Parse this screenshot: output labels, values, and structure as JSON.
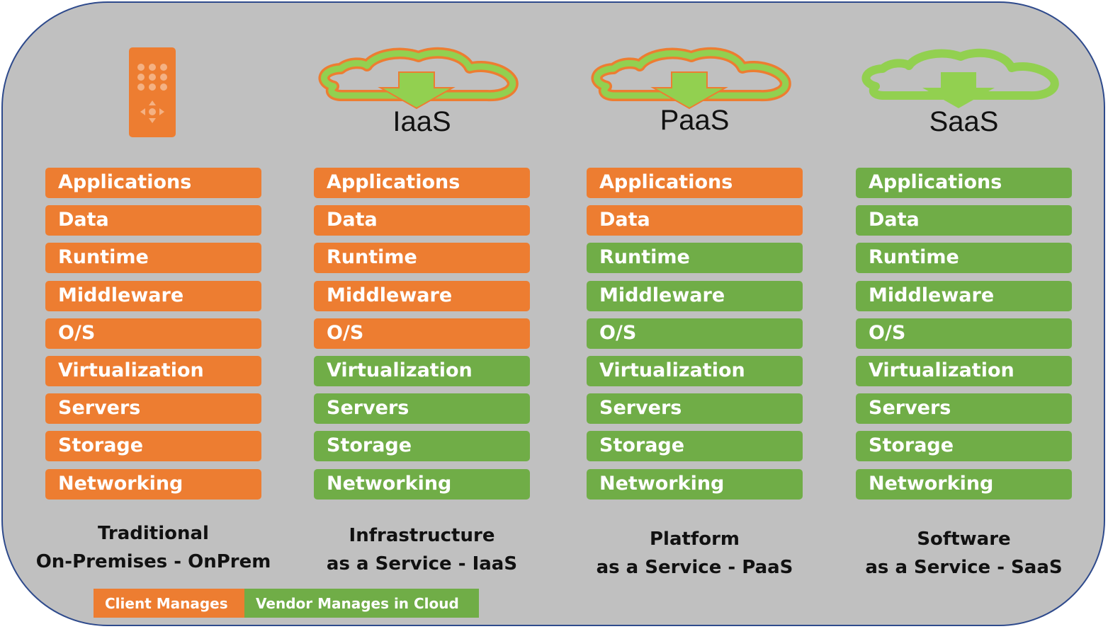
{
  "colors": {
    "client": "#ed7d31",
    "vendor": "#70ad47",
    "panel": "#c0c0c0",
    "border": "#2e4a8c"
  },
  "columns": [
    {
      "id": "onprem",
      "icon": "remote-control-icon",
      "heading": "",
      "caption": [
        "Traditional",
        "On-Premises - OnPrem"
      ],
      "layers": [
        {
          "label": "Applications",
          "managed_by": "client"
        },
        {
          "label": "Data",
          "managed_by": "client"
        },
        {
          "label": "Runtime",
          "managed_by": "client"
        },
        {
          "label": "Middleware",
          "managed_by": "client"
        },
        {
          "label": "O/S",
          "managed_by": "client"
        },
        {
          "label": "Virtualization",
          "managed_by": "client"
        },
        {
          "label": "Servers",
          "managed_by": "client"
        },
        {
          "label": "Storage",
          "managed_by": "client"
        },
        {
          "label": "Networking",
          "managed_by": "client"
        }
      ]
    },
    {
      "id": "iaas",
      "icon": "cloud-download-icon",
      "heading": "IaaS",
      "caption": [
        "Infrastructure",
        "as a Service - IaaS"
      ],
      "layers": [
        {
          "label": "Applications",
          "managed_by": "client"
        },
        {
          "label": "Data",
          "managed_by": "client"
        },
        {
          "label": "Runtime",
          "managed_by": "client"
        },
        {
          "label": "Middleware",
          "managed_by": "client"
        },
        {
          "label": "O/S",
          "managed_by": "client"
        },
        {
          "label": "Virtualization",
          "managed_by": "vendor"
        },
        {
          "label": "Servers",
          "managed_by": "vendor"
        },
        {
          "label": "Storage",
          "managed_by": "vendor"
        },
        {
          "label": "Networking",
          "managed_by": "vendor"
        }
      ]
    },
    {
      "id": "paas",
      "icon": "cloud-download-icon",
      "heading": "PaaS",
      "caption": [
        "Platform",
        "as a Service - PaaS"
      ],
      "layers": [
        {
          "label": "Applications",
          "managed_by": "client"
        },
        {
          "label": "Data",
          "managed_by": "client"
        },
        {
          "label": "Runtime",
          "managed_by": "vendor"
        },
        {
          "label": "Middleware",
          "managed_by": "vendor"
        },
        {
          "label": "O/S",
          "managed_by": "vendor"
        },
        {
          "label": "Virtualization",
          "managed_by": "vendor"
        },
        {
          "label": "Servers",
          "managed_by": "vendor"
        },
        {
          "label": "Storage",
          "managed_by": "vendor"
        },
        {
          "label": "Networking",
          "managed_by": "vendor"
        }
      ]
    },
    {
      "id": "saas",
      "icon": "cloud-download-icon",
      "heading": "SaaS",
      "caption": [
        "Software",
        "as a Service - SaaS"
      ],
      "layers": [
        {
          "label": "Applications",
          "managed_by": "vendor"
        },
        {
          "label": "Data",
          "managed_by": "vendor"
        },
        {
          "label": "Runtime",
          "managed_by": "vendor"
        },
        {
          "label": "Middleware",
          "managed_by": "vendor"
        },
        {
          "label": "O/S",
          "managed_by": "vendor"
        },
        {
          "label": "Virtualization",
          "managed_by": "vendor"
        },
        {
          "label": "Servers",
          "managed_by": "vendor"
        },
        {
          "label": "Storage",
          "managed_by": "vendor"
        },
        {
          "label": "Networking",
          "managed_by": "vendor"
        }
      ]
    }
  ],
  "legend": {
    "client_label": "Client Manages",
    "vendor_label": "Vendor Manages in Cloud"
  }
}
